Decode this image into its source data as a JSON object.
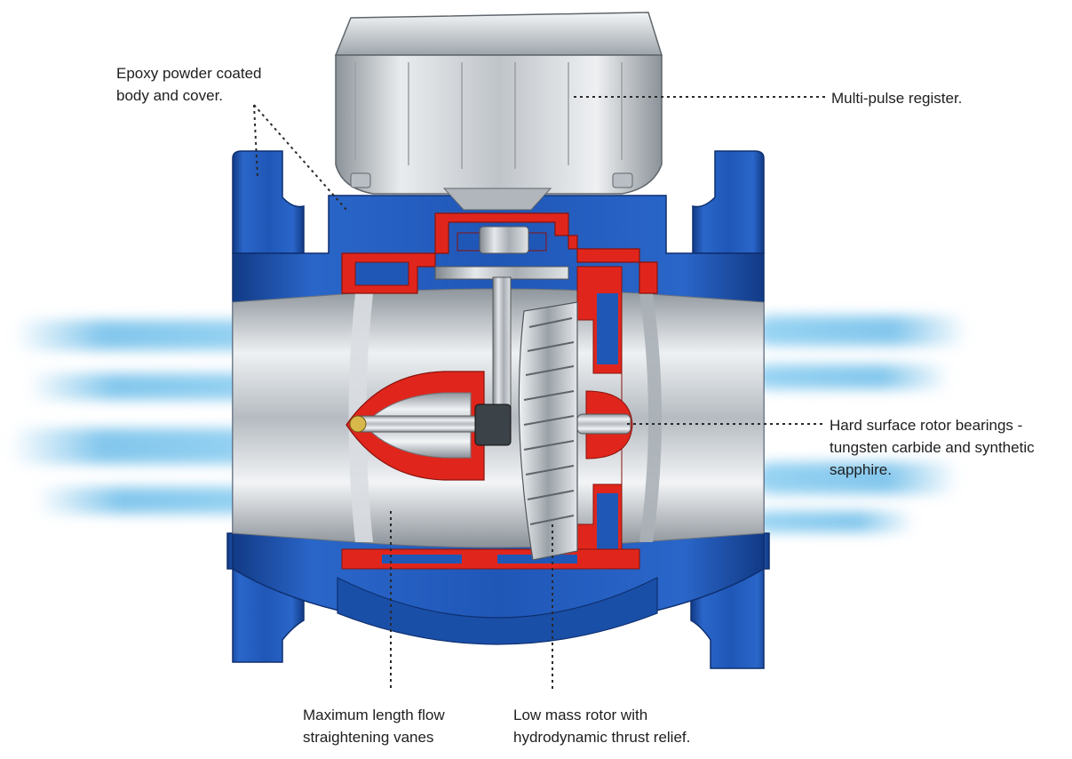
{
  "callouts": {
    "epoxy": {
      "line1": "Epoxy powder coated",
      "line2": "body and cover."
    },
    "register": {
      "line1": "Multi-pulse register."
    },
    "bearings": {
      "line1": "Hard surface rotor bearings -",
      "line2": "tungsten carbide and synthetic",
      "line3": "sapphire."
    },
    "vanes": {
      "line1": "Maximum length flow",
      "line2": "straightening vanes"
    },
    "rotor": {
      "line1": "Low mass rotor with",
      "line2": "hydrodynamic thrust relief."
    }
  },
  "colors": {
    "body_blue": "#1f57b7",
    "body_blue_dark": "#123a86",
    "section_red": "#e0261c",
    "steel": "#c9ced3",
    "flow_blue": "#5ab4e6",
    "leader": "#2a2a2a"
  }
}
